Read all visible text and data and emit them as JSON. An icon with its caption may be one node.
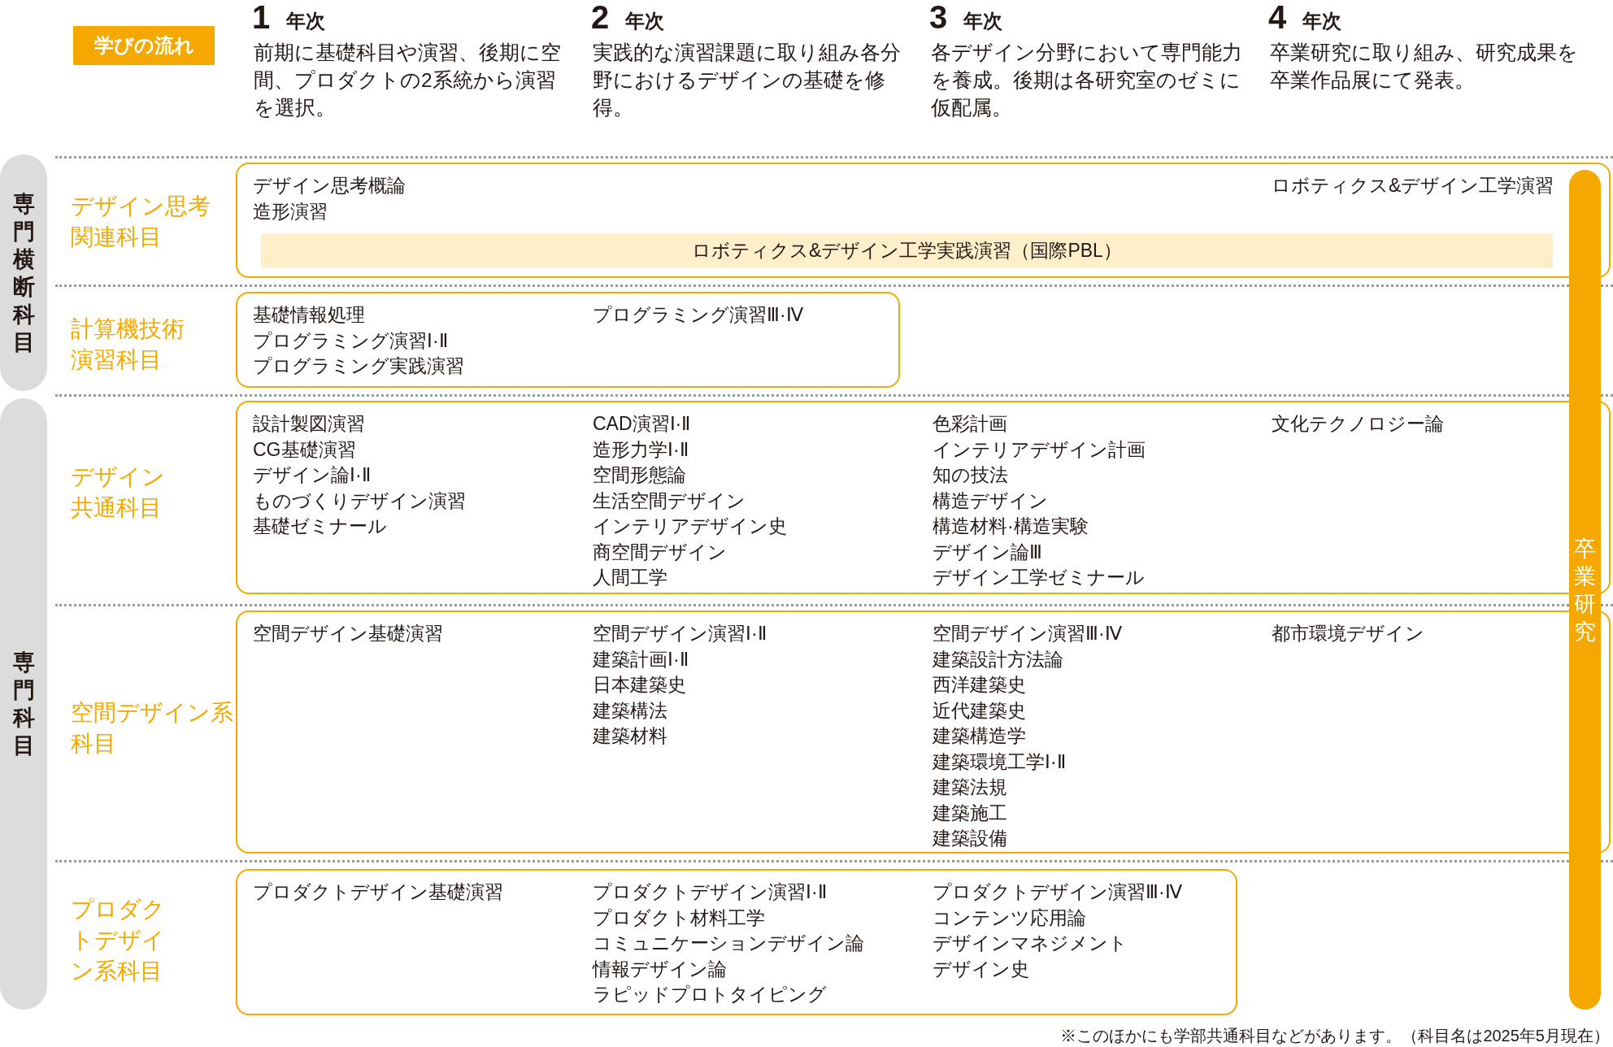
{
  "diagram": {
    "nodes": [
      {
        "text": [
          "学びの流れ"
        ]
      },
      {
        "text": [
          "専門横断科目"
        ]
      },
      {
        "text": [
          "デザイン思考概論",
          "造形演習",
          "ロボティクス&デザイン工学演習"
        ]
      },
      {
        "text": [
          "ロボティクス&デザイン工学実践演習（国際PBL）"
        ],
        "in": 2
      },
      {
        "text": [
          "基礎情報処理",
          "プログラミング演習Ⅰ·Ⅱ",
          "プログラミング実践演習",
          "プログラミング演習Ⅲ·Ⅳ"
        ]
      },
      {
        "text": [
          "専門科目"
        ]
      },
      {
        "text": [
          "設計製図演習",
          "CG基礎演習",
          "デザイン論Ⅰ·Ⅱ",
          "ものづくりデザイン演習",
          "基礎ゼミナール",
          "CAD演習Ⅰ·Ⅱ",
          "造形力学Ⅰ·Ⅱ",
          "空間形態論",
          "生活空間デザイン",
          "インテリアデザイン史",
          "商空間デザイン",
          "人間工学",
          "色彩計画",
          "インテリアデザイン計画",
          "知の技法",
          "構造デザイン",
          "構造材料·構造実験",
          "デザイン論Ⅲ",
          "デザイン工学ゼミナール",
          "文化テクノロジー論"
        ]
      },
      {
        "text": [
          "空間デザイン基礎演習",
          "空間デザイン演習Ⅰ·Ⅱ",
          "建築計画Ⅰ·Ⅱ",
          "日本建築史",
          "建築構法",
          "建築材料",
          "空間デザイン演習Ⅲ·Ⅳ",
          "建築設計方法論",
          "西洋建築史",
          "近代建築史",
          "建築構造学",
          "建築環境工学Ⅰ·Ⅱ",
          "建築法規",
          "建築施工",
          "建築設備",
          "都市環境デザイン"
        ]
      },
      {
        "text": [
          "プロダクトデザイン基礎演習",
          "プロダクトデザイン演習Ⅰ·Ⅱ",
          "プロダクト材料工学",
          "コミュニケーションデザイン論",
          "情報デザイン論",
          "ラピッドプロトタイピング",
          "プロダクトデザイン演習Ⅲ·Ⅳ",
          "コンテンツ応用論",
          "デザインマネジメント",
          "デザイン史"
        ]
      },
      {
        "text": [
          "卒業研究"
        ]
      }
    ],
    "labels": [
      "1",
      "年次",
      "前期に基礎科目や演習、後期に空間、プロダクトの2系統から演習を選択。",
      "2",
      "年次",
      "実践的な演習課題に取り組み各分野におけるデザインの基礎を修得。",
      "3",
      "年次",
      "各デザイン分野において専門能力を養成。後期は各研究室のゼミに仮配属。",
      "4",
      "年次",
      "卒業研究に取り組み、研究成果を卒業作品展にて発表。",
      "デザイン思考関連科目",
      "計算機技術演習科目",
      "デザイン共通科目",
      "空間デザイン系科目",
      "プロダクトデザイン系科目",
      "※このほかにも学部共通科目などがあります。（科目名は2025年5月現在）"
    ]
  }
}
